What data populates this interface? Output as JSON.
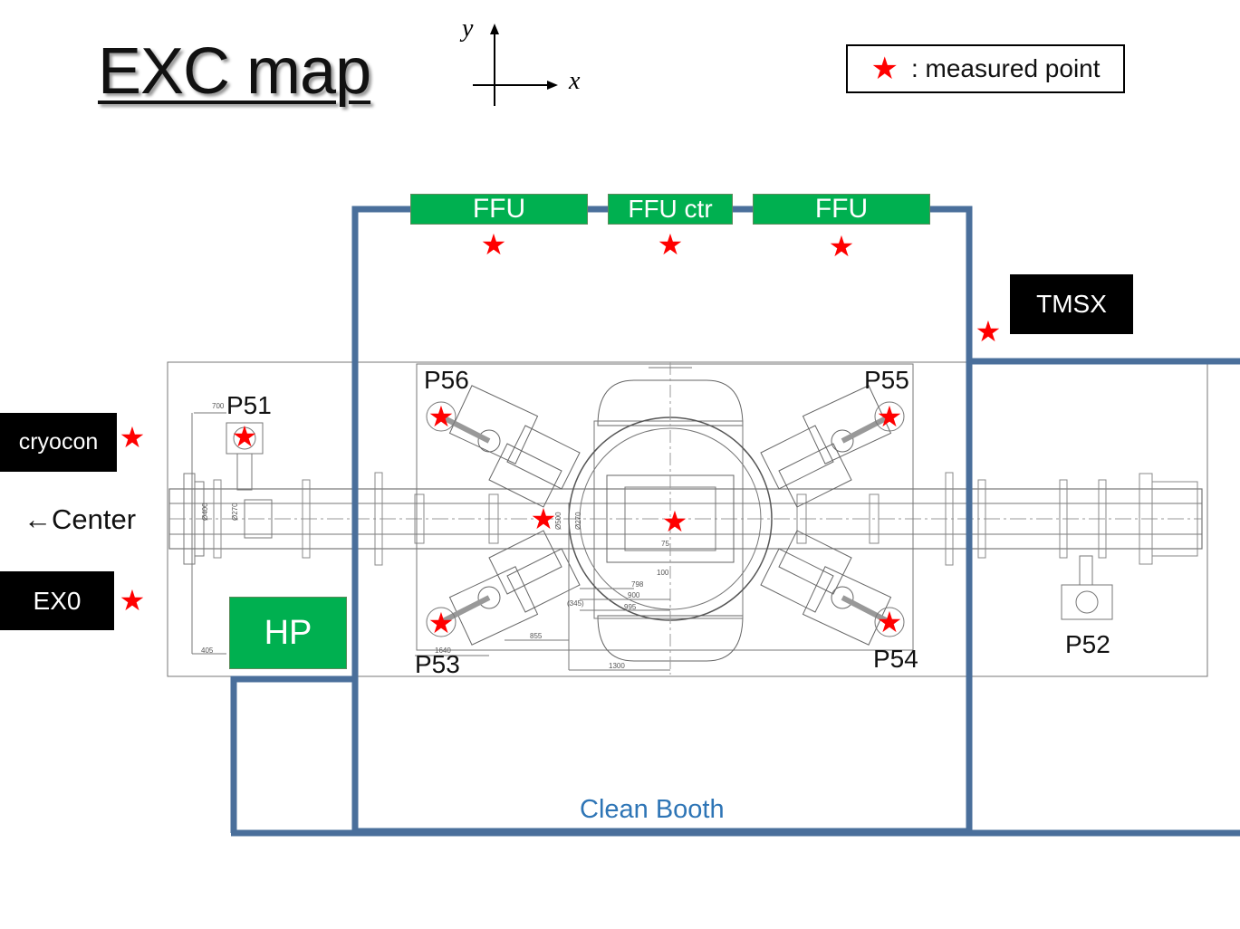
{
  "title": "EXC map",
  "axes": {
    "y_label": "y",
    "x_label": "x"
  },
  "legend": {
    "symbol": "★",
    "text": ": measured point"
  },
  "ffu": {
    "left": "FFU",
    "center": "FFU ctr",
    "right": "FFU"
  },
  "labels": {
    "tmsx": "TMSX",
    "cryocon": "cryocon",
    "center": "←Center",
    "ex0": "EX0",
    "hp": "HP",
    "clean_booth": "Clean Booth",
    "p51": "P51",
    "p52": "P52",
    "p53": "P53",
    "p54": "P54",
    "p55": "P55",
    "p56": "P56"
  },
  "drawing_dims": {
    "d700": "700",
    "d405": "405",
    "d1640": "1640",
    "d855": "855",
    "d1300": "1300",
    "d798": "798",
    "d900": "900",
    "d995": "995",
    "d345": "(345)",
    "d100": "100",
    "d75": "75",
    "d400": "Ø400",
    "d270": "Ø270",
    "d500": "Ø500",
    "d270b": "Ø270"
  },
  "colors": {
    "booth": "#4a6f9b",
    "green": "#00b050",
    "star": "#ff0000",
    "clean_booth_text": "#2e75b6"
  }
}
